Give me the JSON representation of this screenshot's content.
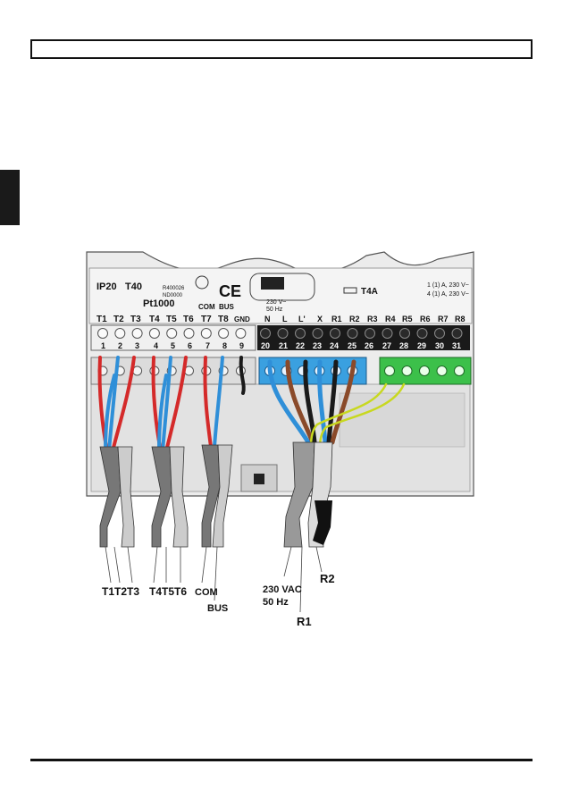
{
  "device": {
    "rating": "IP20",
    "temp_class": "T40",
    "cert_line1": "R400026",
    "cert_line2": "ND0000",
    "ce_mark": "CE",
    "sensor_type": "Pt1000",
    "fuse": "T4A",
    "supply_line1": "230 V~",
    "supply_line2": "50 Hz",
    "relay_rating_1": "1 (1) A, 230 V~",
    "relay_rating_2": "4 (1) A, 230 V~"
  },
  "low_voltage_terminals": {
    "labels": [
      "T1",
      "T2",
      "T3",
      "T4",
      "T5",
      "T6",
      "T7",
      "T8",
      "GND"
    ],
    "group_labels": [
      "COM",
      "BUS"
    ],
    "numbers": [
      "1",
      "2",
      "3",
      "4",
      "5",
      "6",
      "7",
      "8",
      "9"
    ]
  },
  "mains_terminals": {
    "labels": [
      "N",
      "L",
      "L'",
      "X",
      "R1",
      "R2",
      "R3",
      "R4",
      "R5",
      "R6",
      "R7",
      "R8"
    ],
    "numbers": [
      "20",
      "21",
      "22",
      "23",
      "24",
      "25",
      "26",
      "27",
      "28",
      "29",
      "30",
      "31"
    ]
  },
  "cable_labels": {
    "group1": "T1T2T3",
    "group2": "T4T5T6",
    "com": "COM",
    "bus": "BUS",
    "mains_line1": "230 VAC",
    "mains_line2": "50 Hz",
    "r1": "R1",
    "r2": "R2"
  },
  "colors": {
    "red_wire": "#d42a2a",
    "blue_wire": "#2f8fd8",
    "brown_wire": "#8a4a2a",
    "mains_block": "#3aa0e0",
    "relay_block": "#3cc04a",
    "terminal_strip": "#1a1a1a",
    "earth_wire": "#c8d820"
  }
}
